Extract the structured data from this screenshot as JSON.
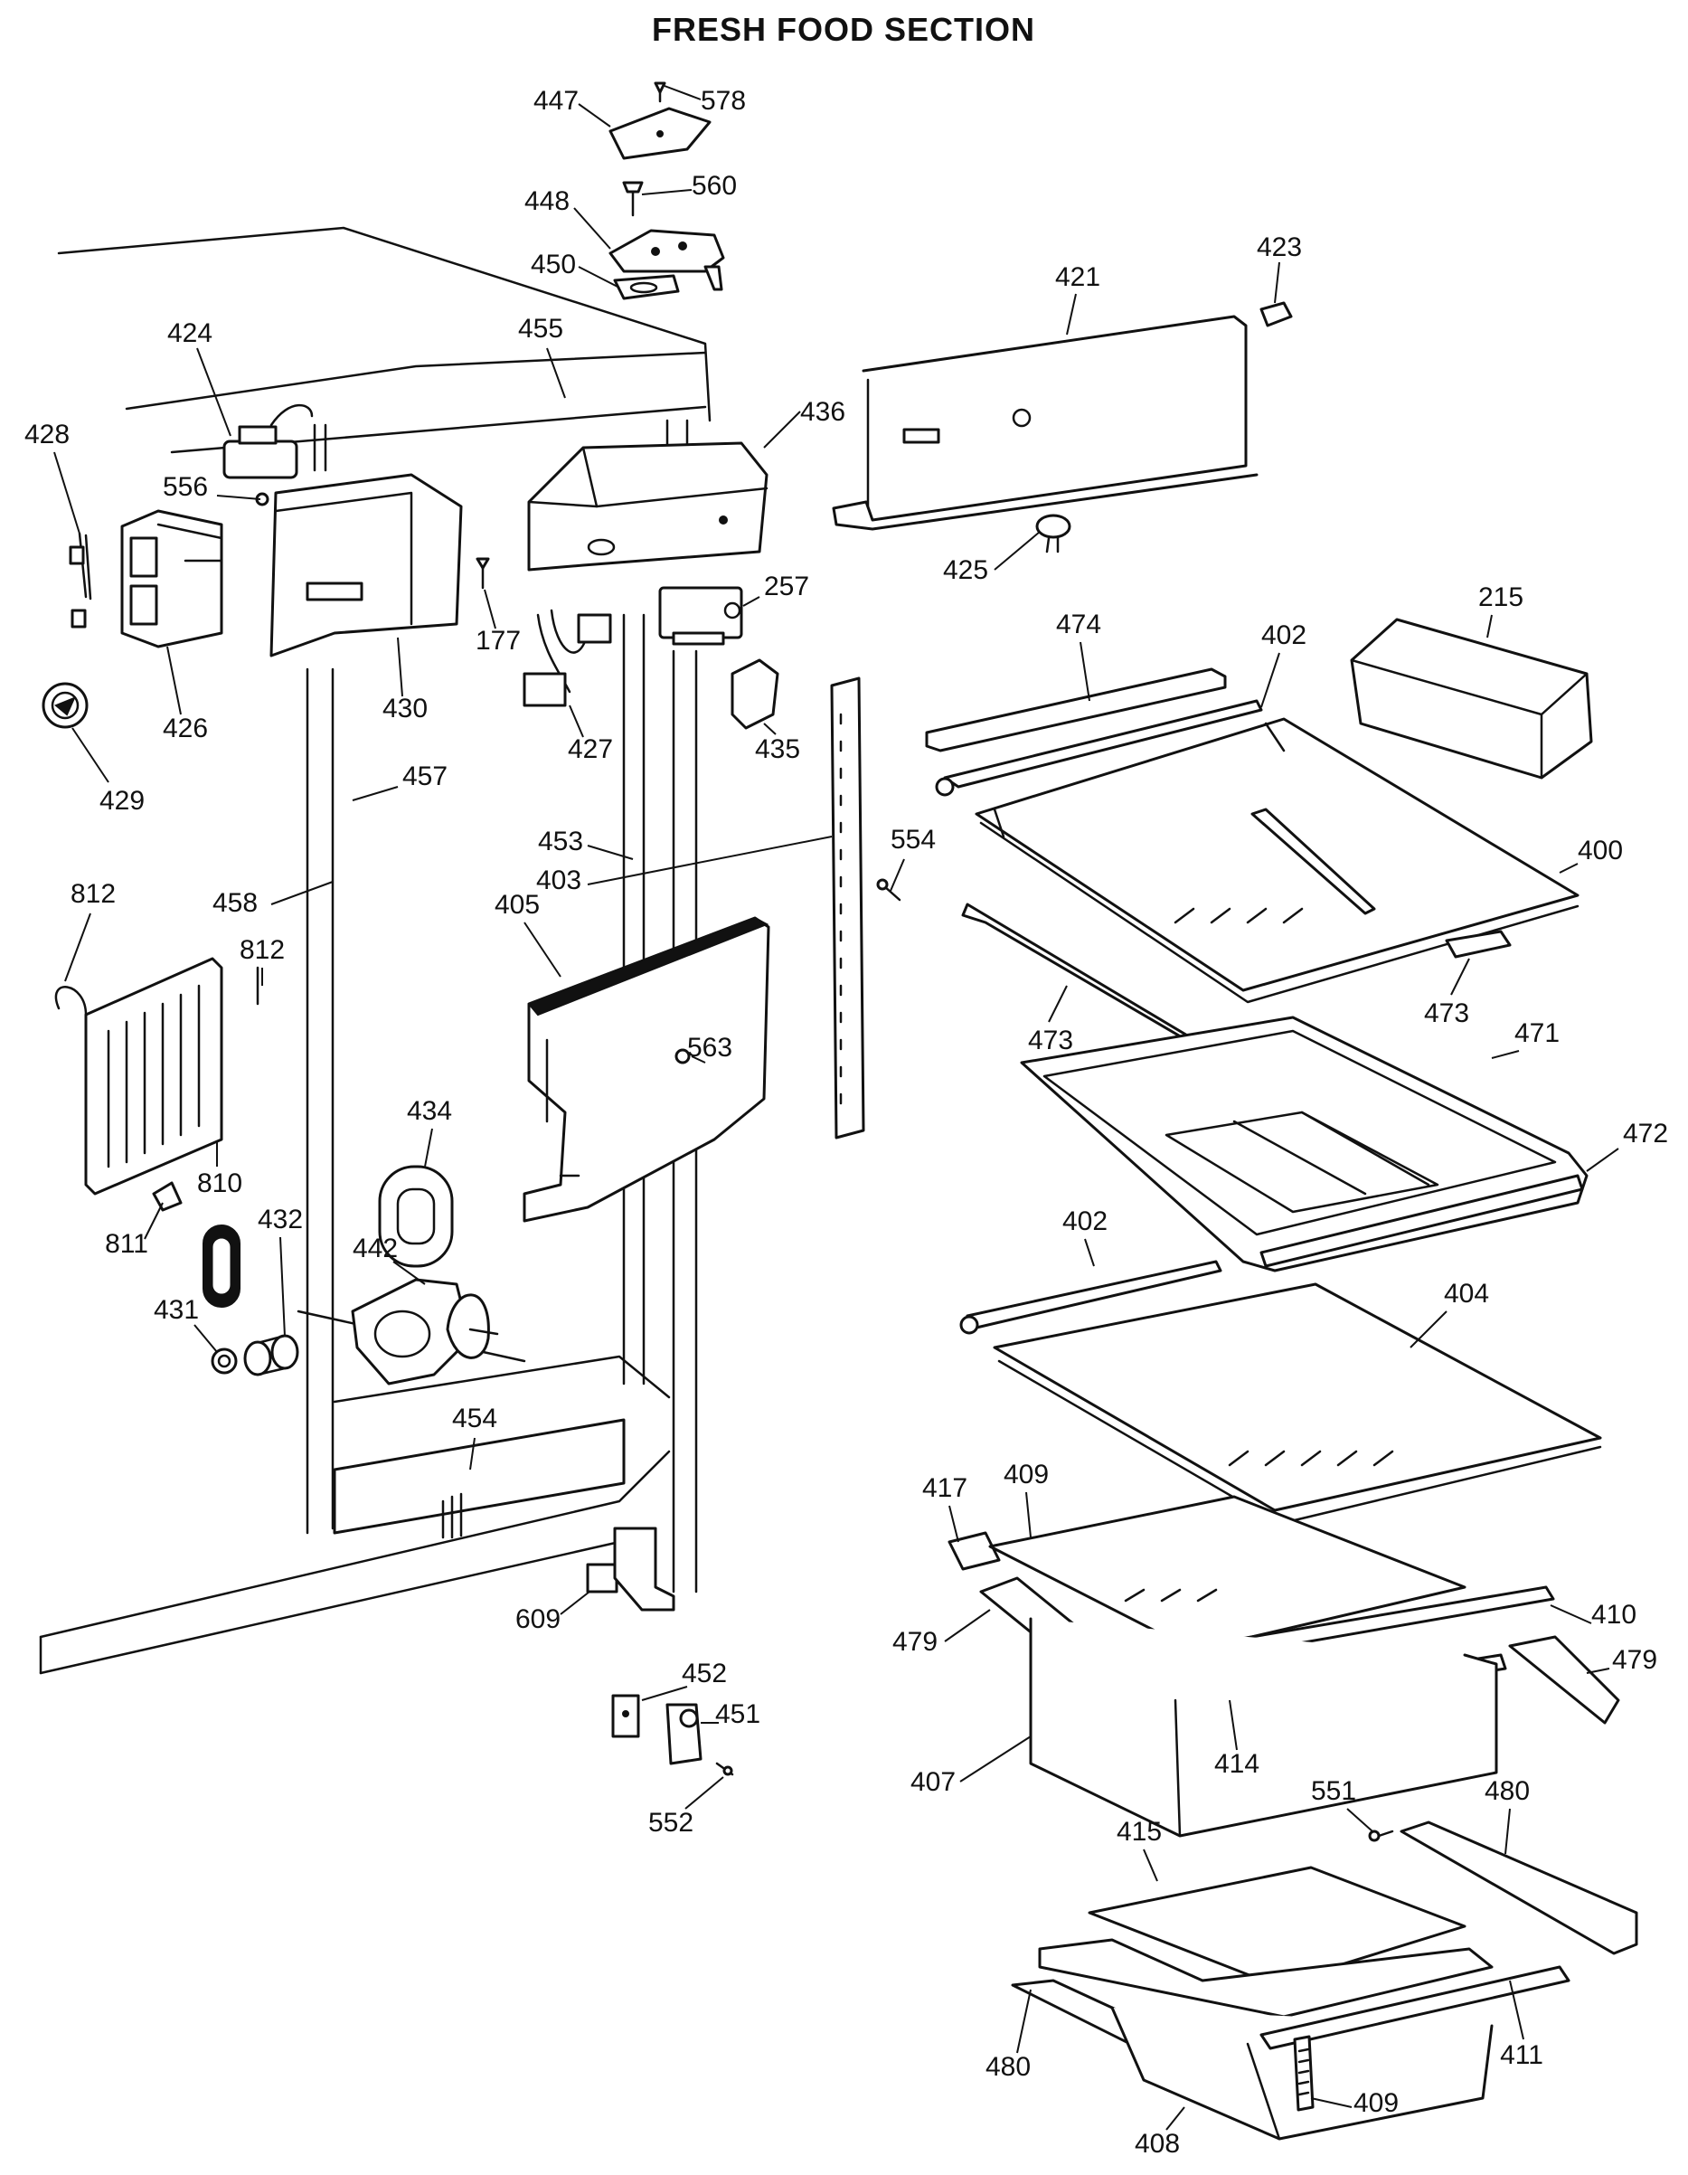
{
  "title": "FRESH FOOD SECTION",
  "callouts": [
    "447",
    "578",
    "560",
    "448",
    "450",
    "423",
    "421",
    "455",
    "424",
    "436",
    "428",
    "556",
    "425",
    "177",
    "257",
    "430",
    "426",
    "427",
    "435",
    "474",
    "402",
    "215",
    "429",
    "457",
    "554",
    "403",
    "400",
    "812",
    "458",
    "453",
    "405",
    "473",
    "473",
    "812",
    "563",
    "471",
    "434",
    "472",
    "810",
    "432",
    "402",
    "811",
    "442",
    "404",
    "431",
    "454",
    "417",
    "409",
    "410",
    "609",
    "479",
    "479",
    "452",
    "451",
    "414",
    "407",
    "552",
    "551",
    "480",
    "415",
    "480",
    "411",
    "409",
    "408"
  ]
}
